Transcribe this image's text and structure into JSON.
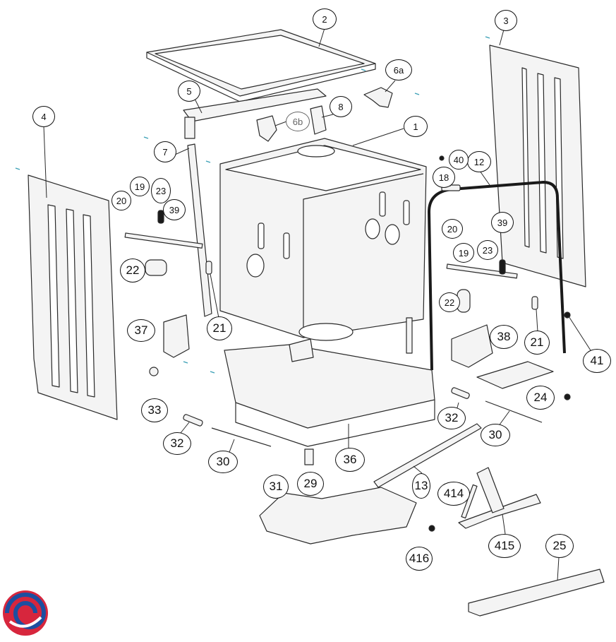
{
  "diagram": {
    "parts": [
      {
        "id": "p1",
        "label": "1"
      },
      {
        "id": "p2",
        "label": "2"
      },
      {
        "id": "p3",
        "label": "3"
      },
      {
        "id": "p4",
        "label": "4"
      },
      {
        "id": "p5",
        "label": "5"
      },
      {
        "id": "p6a",
        "label": "6a"
      },
      {
        "id": "p6b",
        "label": "6b"
      },
      {
        "id": "p7",
        "label": "7"
      },
      {
        "id": "p8",
        "label": "8"
      },
      {
        "id": "p12",
        "label": "12"
      },
      {
        "id": "p13",
        "label": "13"
      },
      {
        "id": "p18",
        "label": "18"
      },
      {
        "id": "p19l",
        "label": "19"
      },
      {
        "id": "p19r",
        "label": "19"
      },
      {
        "id": "p20l",
        "label": "20"
      },
      {
        "id": "p20r",
        "label": "20"
      },
      {
        "id": "p21l",
        "label": "21"
      },
      {
        "id": "p21r",
        "label": "21"
      },
      {
        "id": "p22l",
        "label": "22"
      },
      {
        "id": "p22r",
        "label": "22"
      },
      {
        "id": "p23l",
        "label": "23"
      },
      {
        "id": "p23r",
        "label": "23"
      },
      {
        "id": "p24",
        "label": "24"
      },
      {
        "id": "p25",
        "label": "25"
      },
      {
        "id": "p29",
        "label": "29"
      },
      {
        "id": "p30l",
        "label": "30"
      },
      {
        "id": "p30r",
        "label": "30"
      },
      {
        "id": "p31",
        "label": "31"
      },
      {
        "id": "p32l",
        "label": "32"
      },
      {
        "id": "p32r",
        "label": "32"
      },
      {
        "id": "p33",
        "label": "33"
      },
      {
        "id": "p36",
        "label": "36"
      },
      {
        "id": "p37",
        "label": "37"
      },
      {
        "id": "p38",
        "label": "38"
      },
      {
        "id": "p39l",
        "label": "39"
      },
      {
        "id": "p39r",
        "label": "39"
      },
      {
        "id": "p40",
        "label": "40"
      },
      {
        "id": "p41",
        "label": "41"
      },
      {
        "id": "p414",
        "label": "414"
      },
      {
        "id": "p415",
        "label": "415"
      },
      {
        "id": "p416",
        "label": "416"
      }
    ]
  },
  "colors": {
    "line": "#2a2a2a",
    "part_fill": "#f4f4f4",
    "seal": "#1a1a1a",
    "accent_dash": "#3a9fb5",
    "logo_red": "#d7263d",
    "logo_blue": "#1d4fa0"
  },
  "logo": {
    "icon": "brand-swirl-logo"
  }
}
